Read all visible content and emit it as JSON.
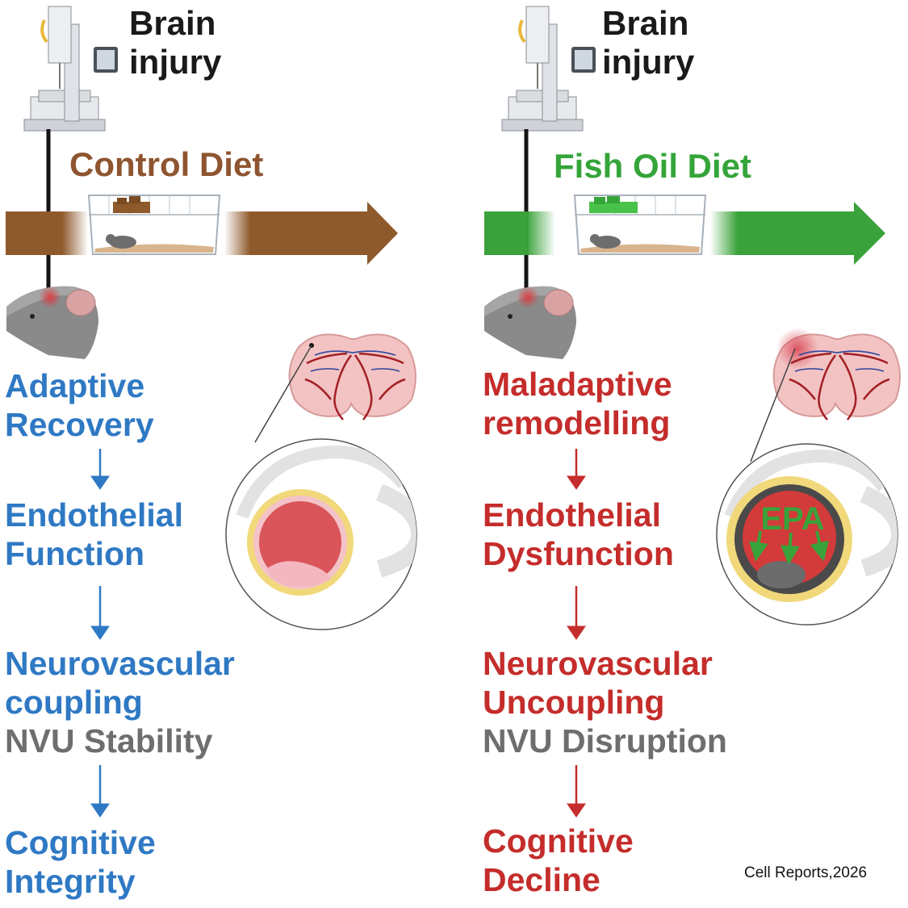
{
  "left": {
    "title_line1": "Brain",
    "title_line2": "injury",
    "diet": "Control Diet",
    "steps": {
      "s1_line1": "Adaptive",
      "s1_line2": "Recovery",
      "s2_line1": "Endothelial",
      "s2_line2": "Function",
      "s3_line1": "Neurovascular",
      "s3_line2": "coupling",
      "s3_line3": "NVU Stability",
      "s4_line1": "Cognitive",
      "s4_line2": "Integrity"
    }
  },
  "right": {
    "title_line1": "Brain",
    "title_line2": "injury",
    "diet": "Fish Oil Diet",
    "vessel_label": "EPA",
    "steps": {
      "s1_line1": "Maladaptive",
      "s1_line2": "remodelling",
      "s2_line1": "Endothelial",
      "s2_line2": "Dysfunction",
      "s3_line1": "Neurovascular",
      "s3_line2": "Uncoupling",
      "s3_line3": "NVU Disruption",
      "s4_line1": "Cognitive",
      "s4_line2": "Decline"
    }
  },
  "citation": "Cell Reports,2026",
  "colors": {
    "adaptive_blue": "#2f79c4",
    "maladaptive_red": "#c42d2b",
    "nvu_grey": "#6e6e6e",
    "control_brown": "#8e5a2b",
    "fish_oil_green": "#3aa23a"
  }
}
